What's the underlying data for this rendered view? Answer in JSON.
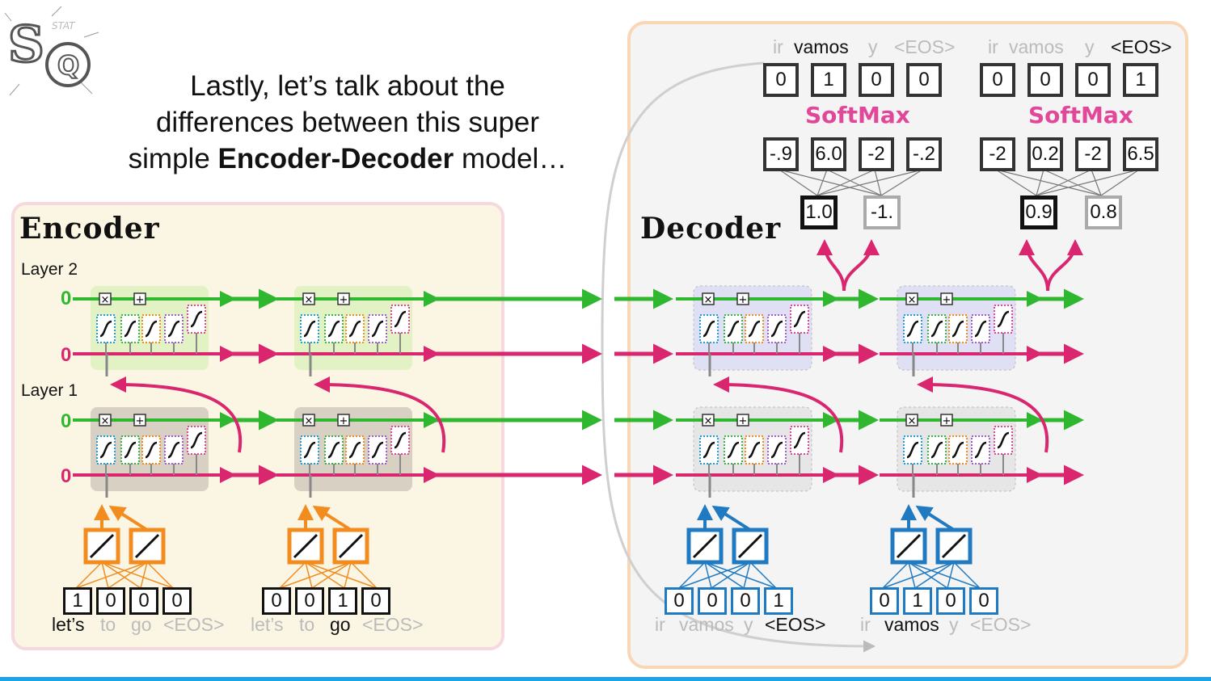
{
  "caption": {
    "line1": "Lastly, let’s talk about the",
    "line2": "differences between this super",
    "line3_pre": "simple ",
    "line3_bold": "Encoder-Decoder",
    "line3_post": " model…"
  },
  "encoder": {
    "title": "Encoder",
    "layer2_label": "Layer 2",
    "layer1_label": "Layer 1",
    "initial_values": [
      "0",
      "0",
      "0",
      "0"
    ],
    "onehot": [
      [
        "1",
        "0",
        "0",
        "0"
      ],
      [
        "0",
        "0",
        "1",
        "0"
      ]
    ],
    "tokens": [
      [
        {
          "text": "let’s",
          "on": true
        },
        {
          "text": "to",
          "on": false
        },
        {
          "text": "go",
          "on": false
        },
        {
          "text": "<EOS>",
          "on": false
        }
      ],
      [
        {
          "text": "let’s",
          "on": false
        },
        {
          "text": "to",
          "on": false
        },
        {
          "text": "go",
          "on": true
        },
        {
          "text": "<EOS>",
          "on": false
        }
      ]
    ]
  },
  "decoder": {
    "title": "Decoder",
    "onehot": [
      [
        "0",
        "0",
        "0",
        "1"
      ],
      [
        "0",
        "1",
        "0",
        "0"
      ]
    ],
    "tokens": [
      [
        {
          "text": "ir",
          "on": false
        },
        {
          "text": "vamos",
          "on": false
        },
        {
          "text": "y",
          "on": false
        },
        {
          "text": "<EOS>",
          "on": true
        }
      ],
      [
        {
          "text": "ir",
          "on": false
        },
        {
          "text": "vamos",
          "on": true
        },
        {
          "text": "y",
          "on": false
        },
        {
          "text": "<EOS>",
          "on": false
        }
      ]
    ],
    "outputs": [
      {
        "vocab": [
          {
            "text": "ir",
            "on": false
          },
          {
            "text": "vamos",
            "on": true
          },
          {
            "text": "y",
            "on": false
          },
          {
            "text": "<EOS>",
            "on": false
          }
        ],
        "onehot": [
          "0",
          "1",
          "0",
          "0"
        ],
        "softmax_label": "SoftMax",
        "logits": [
          "-.9",
          "6.0",
          "-2",
          "-.2"
        ],
        "hidden": [
          "1.0",
          "-1."
        ]
      },
      {
        "vocab": [
          {
            "text": "ir",
            "on": false
          },
          {
            "text": "vamos",
            "on": false
          },
          {
            "text": "y",
            "on": false
          },
          {
            "text": "<EOS>",
            "on": true
          }
        ],
        "onehot": [
          "0",
          "0",
          "0",
          "1"
        ],
        "softmax_label": "SoftMax",
        "logits": [
          "-2",
          "0.2",
          "-2",
          "6.5"
        ],
        "hidden": [
          "0.9",
          "0.8"
        ]
      }
    ]
  },
  "colors": {
    "green": "#2fb82f",
    "magenta": "#d9266f",
    "orange": "#f28c1e",
    "blue": "#1f7ac2",
    "softmax": "#e2489a",
    "encoder_bg": "#fbf6e4",
    "decoder_bg": "#f4f4f4"
  }
}
